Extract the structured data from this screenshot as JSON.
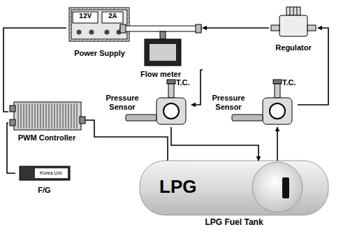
{
  "diagram": {
    "nodes": [
      {
        "text": [
          "12V",
          "2A",
          "Power Supply"
        ]
      },
      {
        "text": [
          "Flow meter"
        ]
      },
      {
        "text": [
          "Regulator"
        ]
      },
      {
        "text": [
          "T.C.",
          "Pressure Sensor"
        ]
      },
      {
        "text": [
          "T.C.",
          "Pressure Sensor"
        ]
      },
      {
        "text": [
          "PWM Controller"
        ]
      },
      {
        "text": [
          "Korea Uni.",
          "F/G"
        ]
      },
      {
        "text": [
          "LPG",
          "LPG Fuel Tank"
        ]
      }
    ],
    "edges": [
      {
        "from": 0,
        "to": 5,
        "arrow": "none"
      },
      {
        "from": 6,
        "to": 5,
        "arrow": "none"
      },
      {
        "from": 5,
        "to": 7,
        "arrow": "none"
      },
      {
        "from": 7,
        "to": 4,
        "arrow": "to"
      },
      {
        "from": 4,
        "to": 2,
        "arrow": "to"
      },
      {
        "from": 2,
        "to": 1,
        "arrow": "to"
      },
      {
        "from": 1,
        "to": 3,
        "arrow": "to"
      },
      {
        "from": 3,
        "to": 7,
        "arrow": "to"
      }
    ]
  }
}
